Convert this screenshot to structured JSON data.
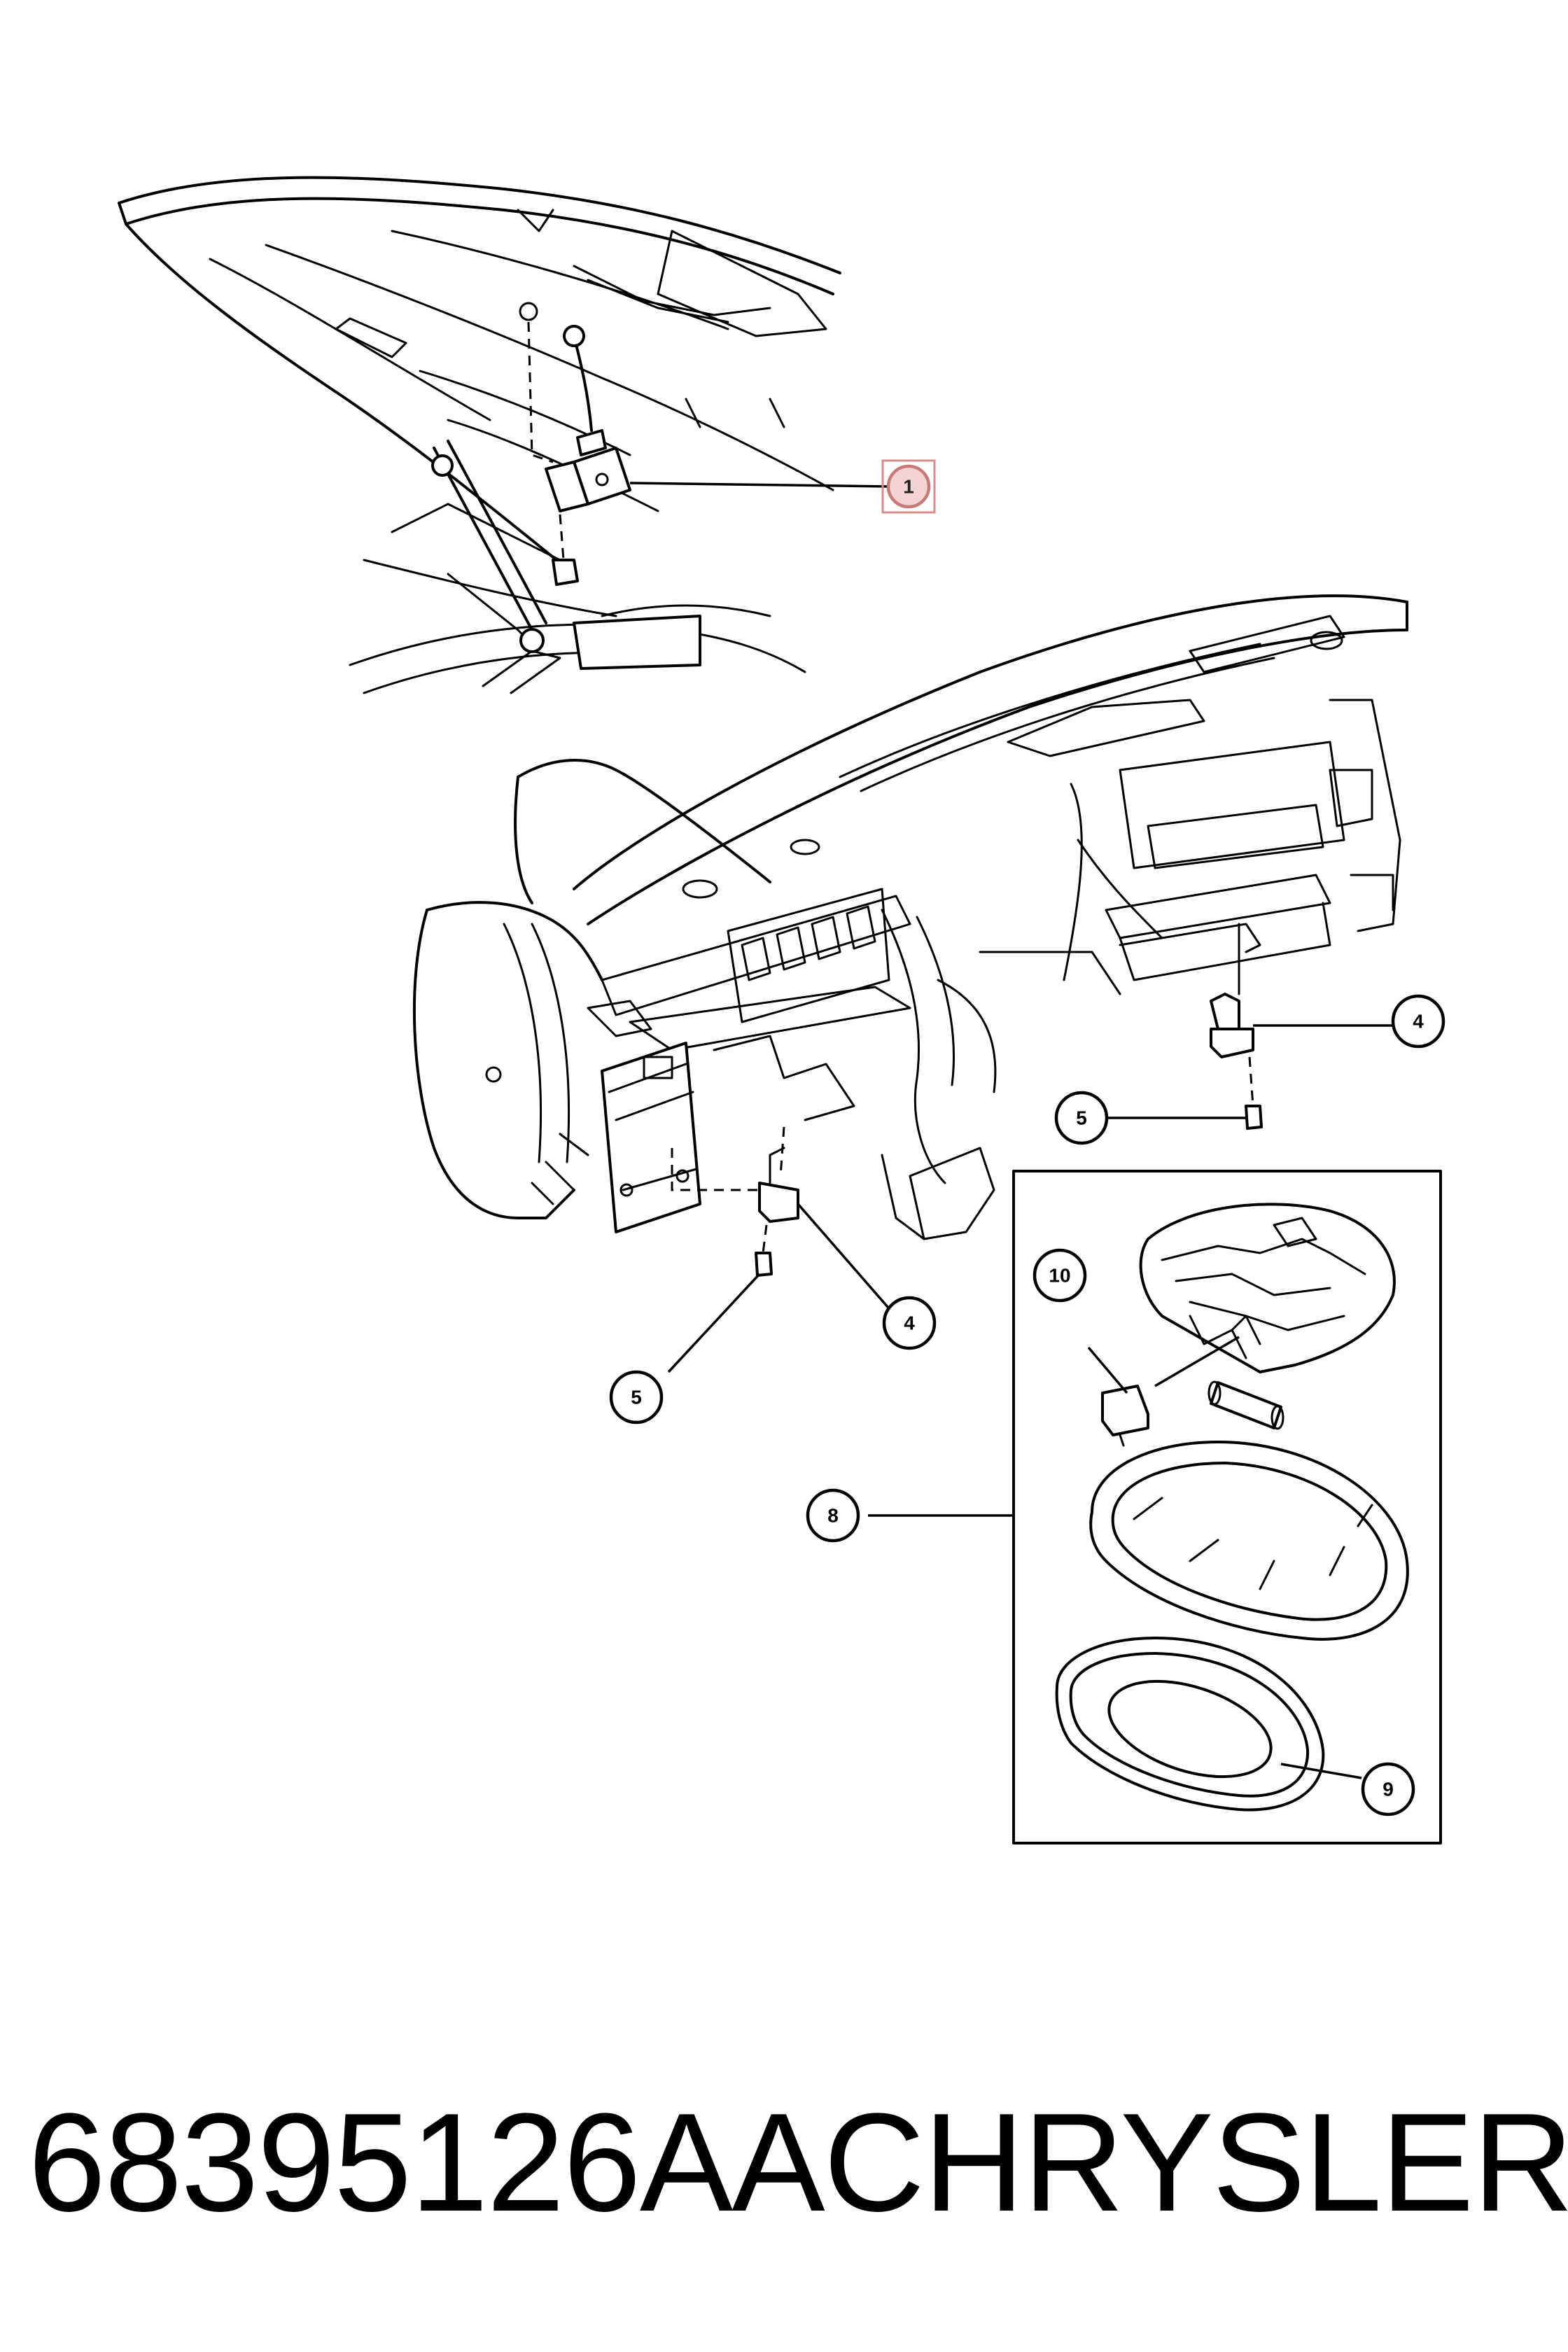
{
  "callouts": [
    {
      "id": "c1",
      "label": "1"
    },
    {
      "id": "c4a",
      "label": "4"
    },
    {
      "id": "c5a",
      "label": "5"
    },
    {
      "id": "c4b",
      "label": "4"
    },
    {
      "id": "c5b",
      "label": "5"
    },
    {
      "id": "c8",
      "label": "8"
    },
    {
      "id": "c9",
      "label": "9"
    },
    {
      "id": "c10",
      "label": "10"
    }
  ],
  "caption": {
    "part_number": "68395126AA",
    "brand": "CHRYSLER"
  },
  "colors": {
    "line": "#000000",
    "highlight_fill": "#f3d3d3",
    "highlight_stroke": "#c87a7a"
  }
}
